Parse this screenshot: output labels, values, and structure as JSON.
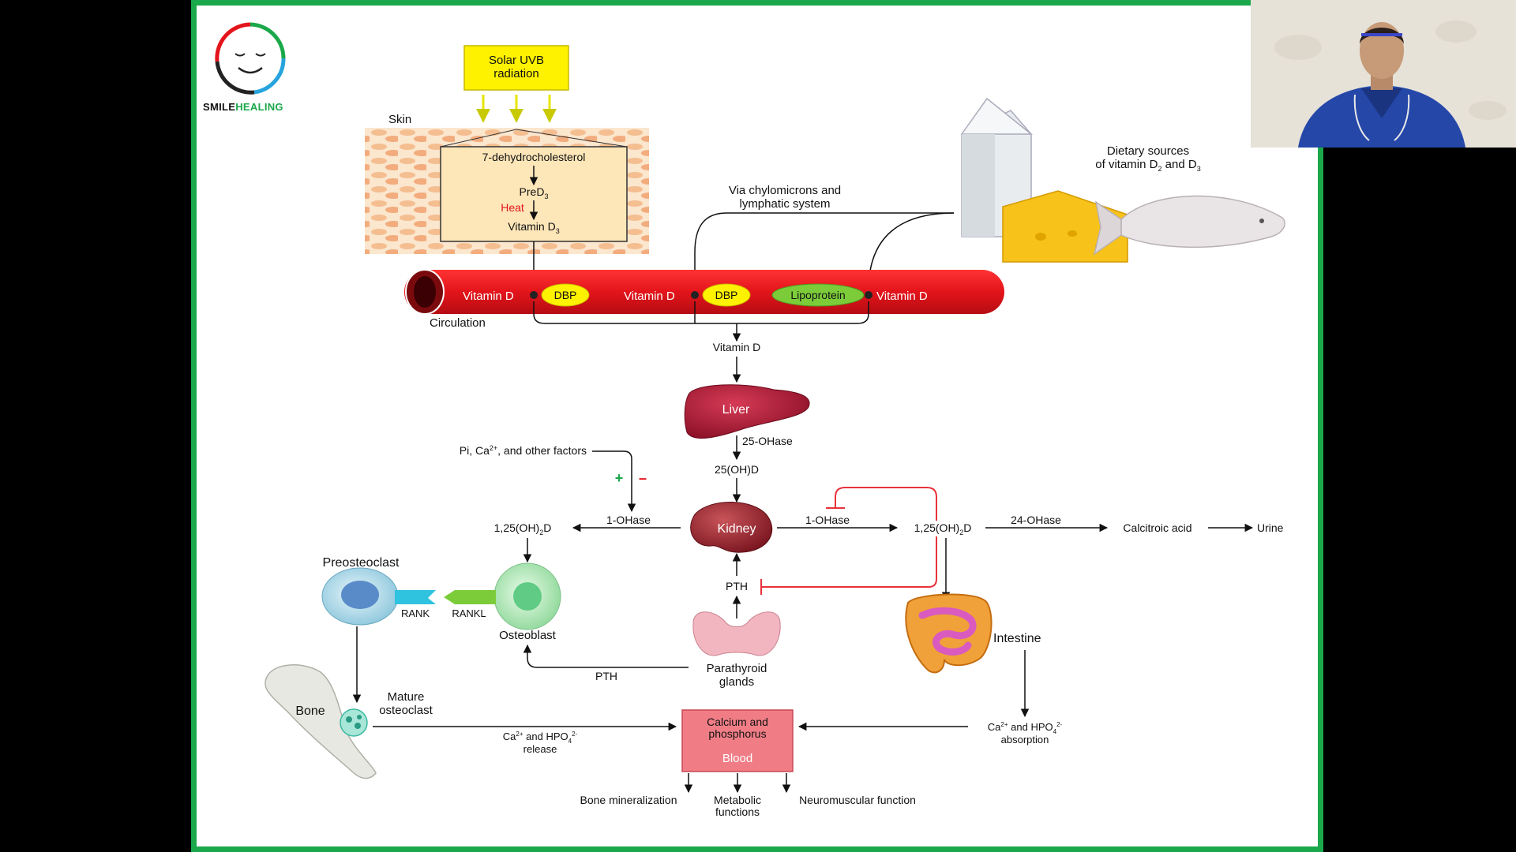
{
  "brand": {
    "name_part1": "SMILE",
    "name_part2": "HEALING"
  },
  "colors": {
    "slide_border": "#1aa84a",
    "vessel_red": "#e3141b",
    "label_yellow": "#fff200",
    "lipo_green": "#7ccc3a",
    "inhibit_red": "#e8323c",
    "blood_pink": "#f07d86"
  },
  "diagram": {
    "uvb": {
      "line1": "Solar UVB",
      "line2": "radiation"
    },
    "skin": "Skin",
    "skin_box": {
      "line1": "7-dehydrocholesterol",
      "pre": "PreD",
      "pre_sub": "3",
      "heat": "Heat",
      "vit": "Vitamin D",
      "vit_sub": "3"
    },
    "dietary": {
      "line1": "Dietary sources",
      "line2": "of vitamin D",
      "sub1": "2",
      "mid": " and D",
      "sub2": "3"
    },
    "chylo": {
      "line1": "Via chylomicrons and",
      "line2": "lymphatic system"
    },
    "circ": {
      "vitd1": "Vitamin D",
      "dbp1": "DBP",
      "vitd2": "Vitamin D",
      "dbp2": "DBP",
      "lipo": "Lipoprotein",
      "vitd3": "Vitamin D",
      "label": "Circulation"
    },
    "vitamin_d": "Vitamin D",
    "liver": "Liver",
    "ohase25": "25-OHase",
    "ohd25": "25(OH)D",
    "pi_factors": {
      "pre": "Pi, Ca",
      "sup": "2+",
      "post": ", and other factors"
    },
    "plus": "+",
    "minus": "–",
    "ohase1_left": "1-OHase",
    "ohase1_right": "1-OHase",
    "ohd2_left": {
      "pre": "1,25(OH)",
      "sub": "2",
      "post": "D"
    },
    "ohd2_right": {
      "pre": "1,25(OH)",
      "sub": "2",
      "post": "D"
    },
    "kidney": "Kidney",
    "ohase24": "24-OHase",
    "calcitroic": "Calcitroic acid",
    "urine": "Urine",
    "preosteoclast": "Preosteoclast",
    "rank": "RANK",
    "rankl": "RANKL",
    "osteoblast": "Osteoblast",
    "pth_upper": "PTH",
    "pth_lower": "PTH",
    "parathyroid": {
      "line1": "Parathyroid",
      "line2": "glands"
    },
    "intestine": "Intestine",
    "bone": "Bone",
    "mature": {
      "line1": "Mature",
      "line2": "osteoclast"
    },
    "release": {
      "pre": "Ca",
      "sup1": "2+",
      "mid": " and HPO",
      "sub": "4",
      "sup2": "2-",
      "line2": "release"
    },
    "absorption": {
      "pre": "Ca",
      "sup1": "2+",
      "mid": " and HPO",
      "sub": "4",
      "sup2": "2-",
      "line2": "absorption"
    },
    "blood_box": {
      "line1": "Calcium and",
      "line2": "phosphorus",
      "line3": "Blood"
    },
    "out1": "Bone mineralization",
    "out2": {
      "line1": "Metabolic",
      "line2": "functions"
    },
    "out3": "Neuromuscular function"
  }
}
